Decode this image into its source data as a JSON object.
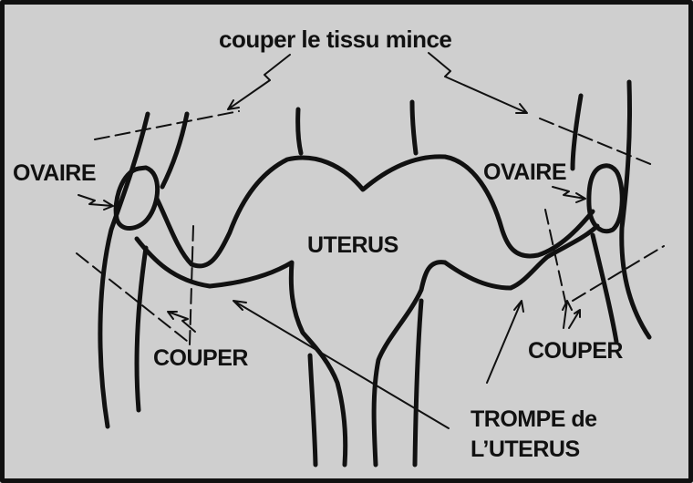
{
  "labels": {
    "cut_thin_tissue": "couper le tissu mince",
    "ovary_left": "OVAIRE",
    "ovary_right": "OVAIRE",
    "uterus": "UTERUS",
    "cut_left": "COUPER",
    "cut_right": "COUPER",
    "fallopian_tube_line1": "TROMPE de",
    "fallopian_tube_line2": "L’UTERUS"
  },
  "colors": {
    "background": "#cfcfcf",
    "ink": "#111111"
  }
}
